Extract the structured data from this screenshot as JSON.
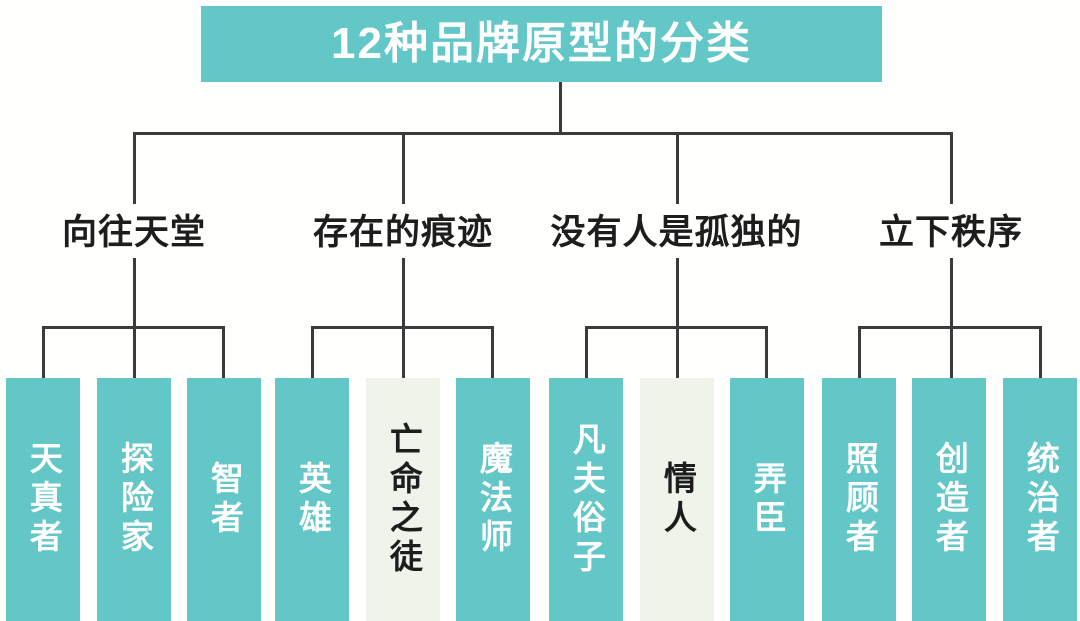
{
  "title": {
    "text": "12种品牌原型的分类",
    "banner_color": "#63c6c7",
    "text_color": "#ffffff"
  },
  "palette": {
    "teal": "#63c6c7",
    "pale": "#eef4ea",
    "line": "#3b3b3b",
    "dark_text": "#1d1d1d",
    "background": "#fffffd"
  },
  "categories": [
    {
      "label": "向往天堂",
      "archetypes": [
        {
          "label": "天真者",
          "style": "teal"
        },
        {
          "label": "探险家",
          "style": "teal"
        },
        {
          "label": "智者",
          "style": "teal"
        }
      ]
    },
    {
      "label": "存在的痕迹",
      "archetypes": [
        {
          "label": "英雄",
          "style": "teal"
        },
        {
          "label": "亡命之徒",
          "style": "pale"
        },
        {
          "label": "魔法师",
          "style": "teal"
        }
      ]
    },
    {
      "label": "没有人是孤独的",
      "archetypes": [
        {
          "label": "凡夫俗子",
          "style": "teal"
        },
        {
          "label": "情人",
          "style": "pale"
        },
        {
          "label": "弄臣",
          "style": "teal"
        }
      ]
    },
    {
      "label": "立下秩序",
      "archetypes": [
        {
          "label": "照顾者",
          "style": "teal"
        },
        {
          "label": "创造者",
          "style": "teal"
        },
        {
          "label": "统治者",
          "style": "teal"
        }
      ]
    }
  ]
}
